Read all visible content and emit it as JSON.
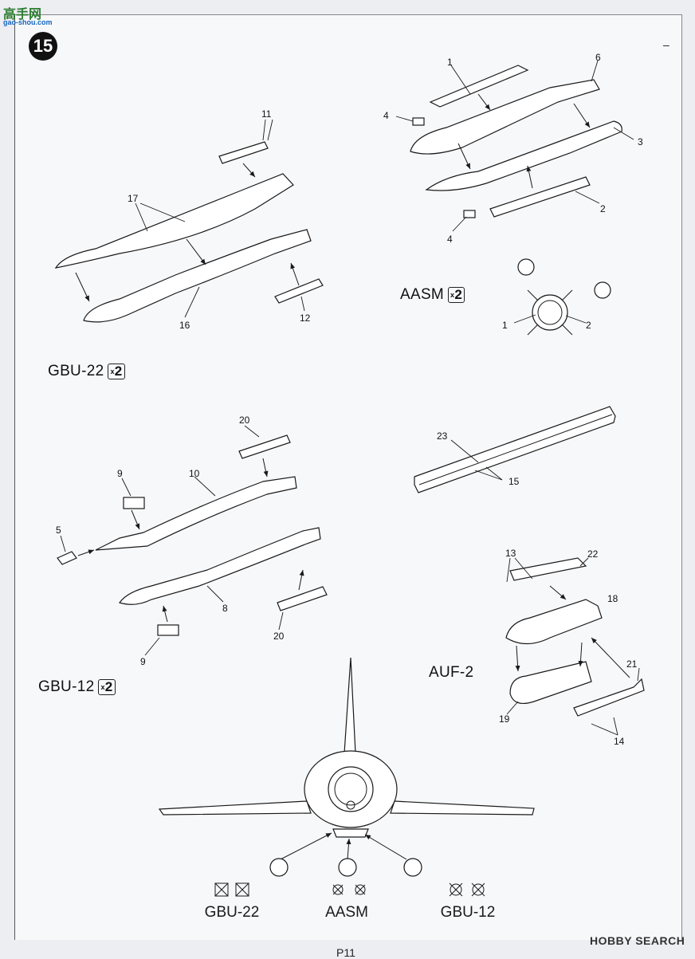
{
  "watermark_top": {
    "line1": "高手网",
    "line2": "gao-shou.com"
  },
  "step": {
    "number": "15"
  },
  "corner_mark": "–",
  "groups": {
    "aasm": {
      "label": "AASM",
      "qty_x": "x",
      "qty": "2"
    },
    "gbu22": {
      "label": "GBU-22",
      "qty_x": "x",
      "qty": "2"
    },
    "gbu12": {
      "label": "GBU-12",
      "qty_x": "x",
      "qty": "2"
    },
    "auf2": {
      "label": "AUF-2"
    }
  },
  "part_numbers": {
    "p1": "1",
    "p2": "2",
    "p3": "3",
    "p4a": "4",
    "p4b": "4",
    "p6": "6",
    "p11": "11",
    "p17": "17",
    "p16": "16",
    "p12": "12",
    "d1": "1",
    "d2": "2",
    "p20a": "20",
    "p9a": "9",
    "p10": "10",
    "p5": "5",
    "p8": "8",
    "p20b": "20",
    "p9b": "9",
    "p23": "23",
    "p15": "15",
    "p13": "13",
    "p22": "22",
    "p18": "18",
    "p21": "21",
    "p19": "19",
    "p14": "14"
  },
  "bottom_labels": {
    "left": "GBU-22",
    "center": "AASM",
    "right": "GBU-12"
  },
  "page_number": "P11",
  "watermark_bottom": "HOBBY SEARCH",
  "colors": {
    "ink": "#1a1a1a",
    "paper": "#f7f8fa",
    "logo_green": "#2e7d32",
    "logo_blue": "#1565c0"
  }
}
